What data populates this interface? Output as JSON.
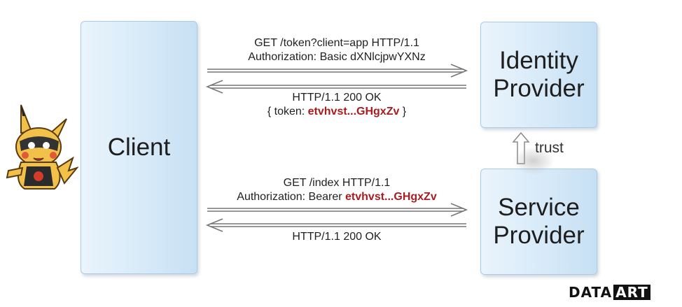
{
  "client": {
    "label": "Client"
  },
  "identity_provider": {
    "line1": "Identity",
    "line2": "Provider"
  },
  "service_provider": {
    "line1": "Service",
    "line2": "Provider"
  },
  "request1": {
    "line1": "GET /token?client=app HTTP/1.1",
    "line2": "Authorization: Basic dXNlcjpwYXNz"
  },
  "response1": {
    "line1": "HTTP/1.1 200 OK",
    "line2_prefix": "{ token: ",
    "token": "etvhvst...GHgxZv",
    "line2_suffix": " }"
  },
  "request2": {
    "line1": "GET /index HTTP/1.1",
    "line2_prefix": "Authorization: Bearer ",
    "token": "etvhvst...GHgxZv"
  },
  "response2": {
    "line1": "HTTP/1.1 200 OK"
  },
  "trust": {
    "label": "trust"
  },
  "logo": {
    "part1": "DATA",
    "part2": "ART"
  },
  "colors": {
    "token": "#a81b1f",
    "box_border": "#a9cbe8",
    "box_fill": "#d7eaf8"
  }
}
